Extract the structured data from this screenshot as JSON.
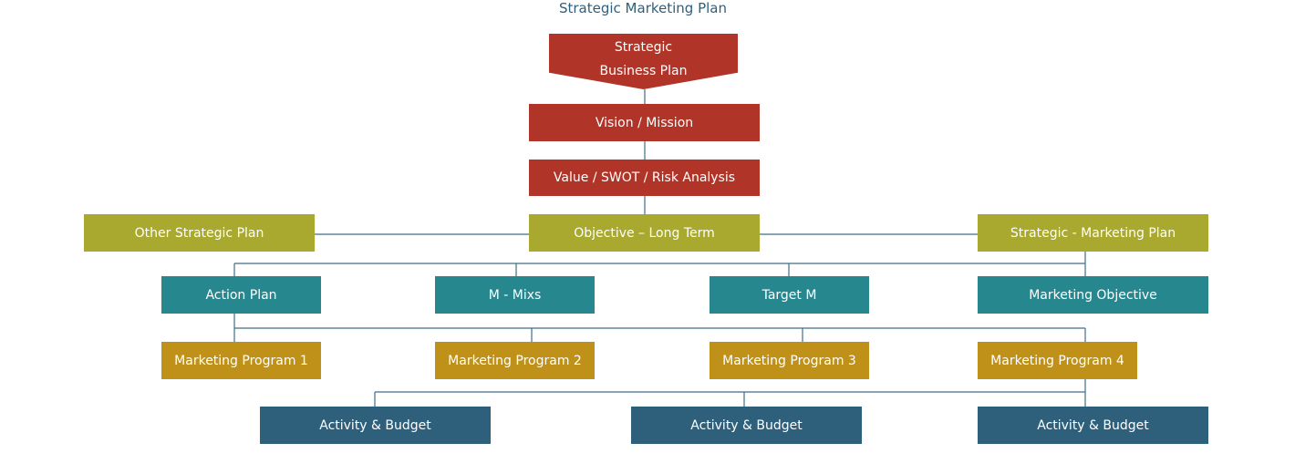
{
  "title": "Strategic Marketing Plan",
  "colors": {
    "level1": "#b03427",
    "level2": "#a8a92e",
    "level3": "#26878f",
    "level4": "#c09118",
    "level5": "#2e607b",
    "connector": "#3d6e88"
  },
  "nodes": {
    "strategic_business_plan": [
      "Strategic",
      "Business Plan"
    ],
    "vision_mission": "Vision / Mission",
    "value_swot": "Value / SWOT / Risk Analysis",
    "other_strategic_plan": "Other Strategic Plan",
    "objective_long_term": "Objective – Long Term",
    "strategic_marketing_plan": "Strategic - Marketing Plan",
    "action_plan": "Action Plan",
    "m_mixs": "M - Mixs",
    "target_m": "Target M",
    "marketing_objective": "Marketing Objective",
    "programs": [
      "Marketing Program 1",
      "Marketing Program 2",
      "Marketing Program 3",
      "Marketing Program 4"
    ],
    "activities": [
      "Activity & Budget",
      "Activity & Budget",
      "Activity & Budget"
    ]
  }
}
